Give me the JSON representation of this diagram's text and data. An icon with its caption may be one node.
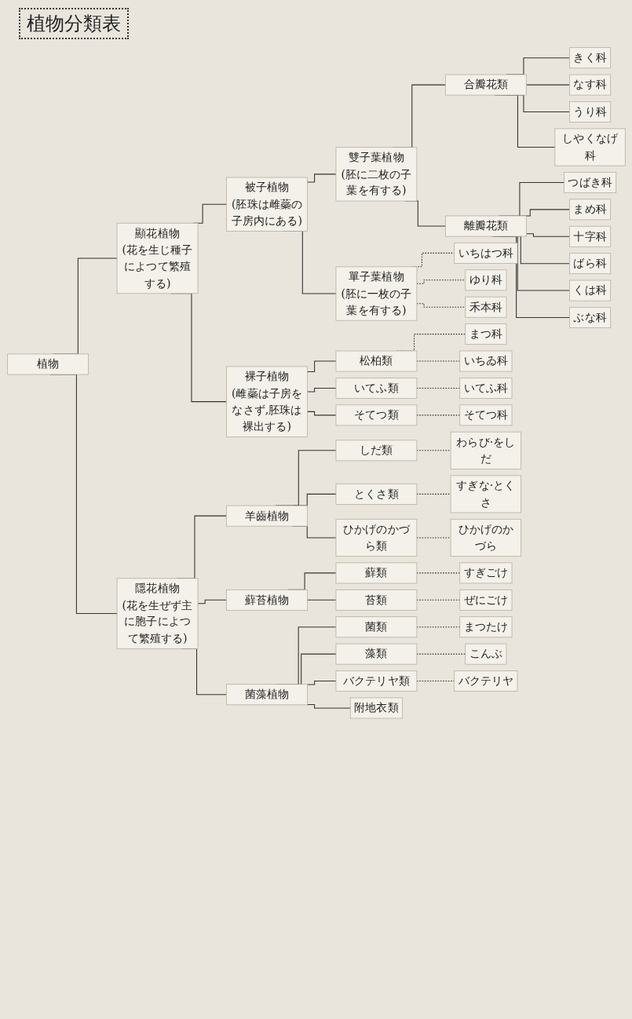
{
  "diagram": {
    "title": "植物分類表",
    "nodes": [
      {
        "text": [
          "植物"
        ]
      },
      {
        "text": [
          "顯花植物",
          "(花を生じ種子によつて繁殖する)"
        ]
      },
      {
        "text": [
          "被子植物",
          "(胚珠は雌蘂の子房内にある)"
        ]
      },
      {
        "text": [
          "雙子葉植物",
          "(胚に二枚の子葉を有する)"
        ]
      },
      {
        "text": [
          "合瓣花類"
        ]
      },
      {
        "text": [
          "きく科"
        ]
      },
      {
        "text": [
          "なす科"
        ]
      },
      {
        "text": [
          "うり科"
        ]
      },
      {
        "text": [
          "しやくなげ科"
        ]
      },
      {
        "text": [
          "離瓣花類"
        ]
      },
      {
        "text": [
          "つばき科"
        ]
      },
      {
        "text": [
          "まめ科"
        ]
      },
      {
        "text": [
          "十字科"
        ]
      },
      {
        "text": [
          "ばら科"
        ]
      },
      {
        "text": [
          "くは科"
        ]
      },
      {
        "text": [
          "ぶな科"
        ]
      },
      {
        "text": [
          "單子葉植物",
          "(胚に一枚の子葉を有する)"
        ]
      },
      {
        "text": [
          "いちはつ科"
        ]
      },
      {
        "text": [
          "ゆり科"
        ]
      },
      {
        "text": [
          "禾本科"
        ]
      },
      {
        "text": [
          "裸子植物",
          "(雌蘂は子房をなさず,胚珠は裸出する)"
        ]
      },
      {
        "text": [
          "松柏類"
        ]
      },
      {
        "text": [
          "まつ科"
        ]
      },
      {
        "text": [
          "いちゐ科"
        ]
      },
      {
        "text": [
          "いてふ類"
        ]
      },
      {
        "text": [
          "いてふ科"
        ]
      },
      {
        "text": [
          "そてつ類"
        ]
      },
      {
        "text": [
          "そてつ科"
        ]
      },
      {
        "text": [
          "隱花植物",
          "(花を生ぜず主に胞子によつて繁殖する)"
        ]
      },
      {
        "text": [
          "羊齒植物"
        ]
      },
      {
        "text": [
          "しだ類"
        ]
      },
      {
        "text": [
          "わらび·をしだ"
        ]
      },
      {
        "text": [
          "とくさ類"
        ]
      },
      {
        "text": [
          "すぎな·とくさ"
        ]
      },
      {
        "text": [
          "ひかげのかづら類"
        ]
      },
      {
        "text": [
          "ひかげのかづら"
        ]
      },
      {
        "text": [
          "蘚苔植物"
        ]
      },
      {
        "text": [
          "蘚類"
        ]
      },
      {
        "text": [
          "すぎごけ"
        ]
      },
      {
        "text": [
          "苔類"
        ]
      },
      {
        "text": [
          "ぜにごけ"
        ]
      },
      {
        "text": [
          "菌藻植物"
        ]
      },
      {
        "text": [
          "菌類"
        ]
      },
      {
        "text": [
          "まつたけ"
        ]
      },
      {
        "text": [
          "藻類"
        ]
      },
      {
        "text": [
          "こんぶ"
        ]
      },
      {
        "text": [
          "バクテリヤ類"
        ]
      },
      {
        "text": [
          "バクテリヤ"
        ]
      },
      {
        "text": [
          "附地衣類"
        ]
      }
    ],
    "edges": [
      {
        "from": 0,
        "to": 1,
        "arrow": "none"
      },
      {
        "from": 1,
        "to": 2,
        "arrow": "none"
      },
      {
        "from": 2,
        "to": 3,
        "arrow": "none"
      },
      {
        "from": 3,
        "to": 4,
        "arrow": "none"
      },
      {
        "from": 4,
        "to": 5,
        "arrow": "none"
      },
      {
        "from": 4,
        "to": 6,
        "arrow": "none"
      },
      {
        "from": 4,
        "to": 7,
        "arrow": "none"
      },
      {
        "from": 4,
        "to": 8,
        "arrow": "none"
      },
      {
        "from": 3,
        "to": 9,
        "arrow": "none"
      },
      {
        "from": 9,
        "to": 10,
        "arrow": "none"
      },
      {
        "from": 9,
        "to": 11,
        "arrow": "none"
      },
      {
        "from": 9,
        "to": 12,
        "arrow": "none"
      },
      {
        "from": 9,
        "to": 13,
        "arrow": "none"
      },
      {
        "from": 9,
        "to": 14,
        "arrow": "none"
      },
      {
        "from": 9,
        "to": 15,
        "arrow": "none"
      },
      {
        "from": 2,
        "to": 16,
        "arrow": "none"
      },
      {
        "from": 16,
        "to": 17,
        "arrow": "none",
        "style": "dashed"
      },
      {
        "from": 16,
        "to": 18,
        "arrow": "none",
        "style": "dashed"
      },
      {
        "from": 16,
        "to": 19,
        "arrow": "none",
        "style": "dashed"
      },
      {
        "from": 1,
        "to": 20,
        "arrow": "none"
      },
      {
        "from": 20,
        "to": 21,
        "arrow": "none"
      },
      {
        "from": 21,
        "to": 22,
        "arrow": "none",
        "style": "dashed"
      },
      {
        "from": 21,
        "to": 23,
        "arrow": "none",
        "style": "dashed"
      },
      {
        "from": 20,
        "to": 24,
        "arrow": "none"
      },
      {
        "from": 24,
        "to": 25,
        "arrow": "none",
        "style": "dashed"
      },
      {
        "from": 20,
        "to": 26,
        "arrow": "none"
      },
      {
        "from": 26,
        "to": 27,
        "arrow": "none",
        "style": "dashed"
      },
      {
        "from": 0,
        "to": 28,
        "arrow": "none"
      },
      {
        "from": 28,
        "to": 29,
        "arrow": "none"
      },
      {
        "from": 29,
        "to": 30,
        "arrow": "none"
      },
      {
        "from": 30,
        "to": 31,
        "arrow": "none",
        "style": "dashed"
      },
      {
        "from": 29,
        "to": 32,
        "arrow": "none"
      },
      {
        "from": 32,
        "to": 33,
        "arrow": "none",
        "style": "dashed"
      },
      {
        "from": 29,
        "to": 34,
        "arrow": "none"
      },
      {
        "from": 34,
        "to": 35,
        "arrow": "none",
        "style": "dashed"
      },
      {
        "from": 28,
        "to": 36,
        "arrow": "none"
      },
      {
        "from": 36,
        "to": 37,
        "arrow": "none"
      },
      {
        "from": 37,
        "to": 38,
        "arrow": "none",
        "style": "dashed"
      },
      {
        "from": 36,
        "to": 39,
        "arrow": "none"
      },
      {
        "from": 39,
        "to": 40,
        "arrow": "none",
        "style": "dashed"
      },
      {
        "from": 28,
        "to": 41,
        "arrow": "none"
      },
      {
        "from": 41,
        "to": 42,
        "arrow": "none"
      },
      {
        "from": 42,
        "to": 43,
        "arrow": "none",
        "style": "dashed"
      },
      {
        "from": 41,
        "to": 44,
        "arrow": "none"
      },
      {
        "from": 44,
        "to": 45,
        "arrow": "none",
        "style": "dashed"
      },
      {
        "from": 41,
        "to": 46,
        "arrow": "none"
      },
      {
        "from": 46,
        "to": 47,
        "arrow": "none",
        "style": "dashed"
      },
      {
        "from": 41,
        "to": 48,
        "arrow": "none"
      }
    ]
  }
}
